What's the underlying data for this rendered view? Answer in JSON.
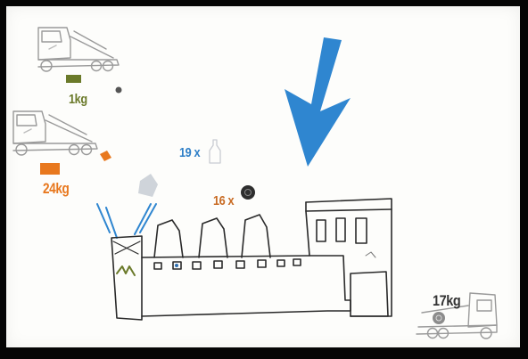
{
  "labels": {
    "truck1_weight": "1kg",
    "truck2_weight": "24kg",
    "bottles_count": "19 x",
    "tires_count": "16 x",
    "truck3_weight": "17kg"
  },
  "icons": [
    "truck-icon",
    "bottle-icon",
    "tire-icon",
    "recycle-bin-icon",
    "factory-icon",
    "arrow-icon"
  ],
  "colors": {
    "arrow": "#2f86d0",
    "olive": "#6b7a2a",
    "orange": "#e8781e",
    "blue_text": "#2f7fc7",
    "brown_text": "#c86a22",
    "ink": "#2a2a2a"
  }
}
